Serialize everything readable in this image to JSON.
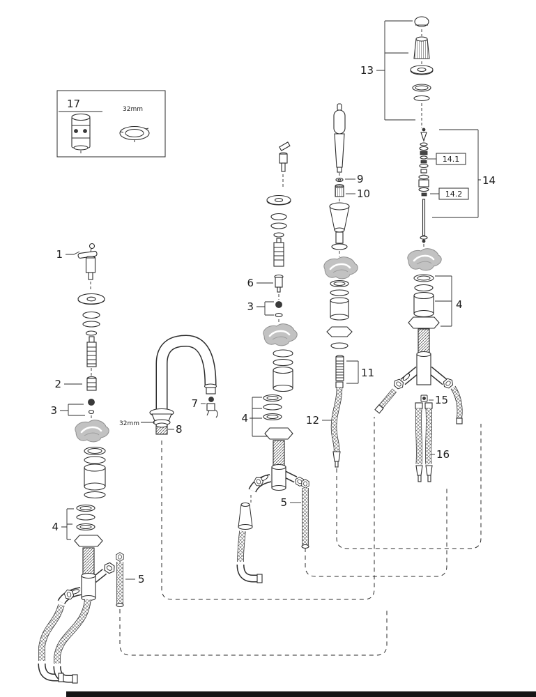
{
  "inset": {
    "number": "17",
    "size": "32mm"
  },
  "callouts": {
    "c1": "1",
    "c2": "2",
    "c3_left": "3",
    "c3_mid": "3",
    "c4_left": "4",
    "c4_mid": "4",
    "c4_right": "4",
    "c5_left": "5",
    "c5_mid": "5",
    "c6": "6",
    "c7": "7",
    "c8": "8",
    "c8_size": "32mm",
    "c9": "9",
    "c10": "10",
    "c11": "11",
    "c12": "12",
    "c13": "13",
    "c14": "14",
    "c14_1": "14.1",
    "c14_2": "14.2",
    "c15": "15",
    "c16": "16"
  },
  "colors": {
    "line": "#2b2b2b",
    "metal_blank": "#c2c2c2",
    "footer_bar": "#151515"
  }
}
